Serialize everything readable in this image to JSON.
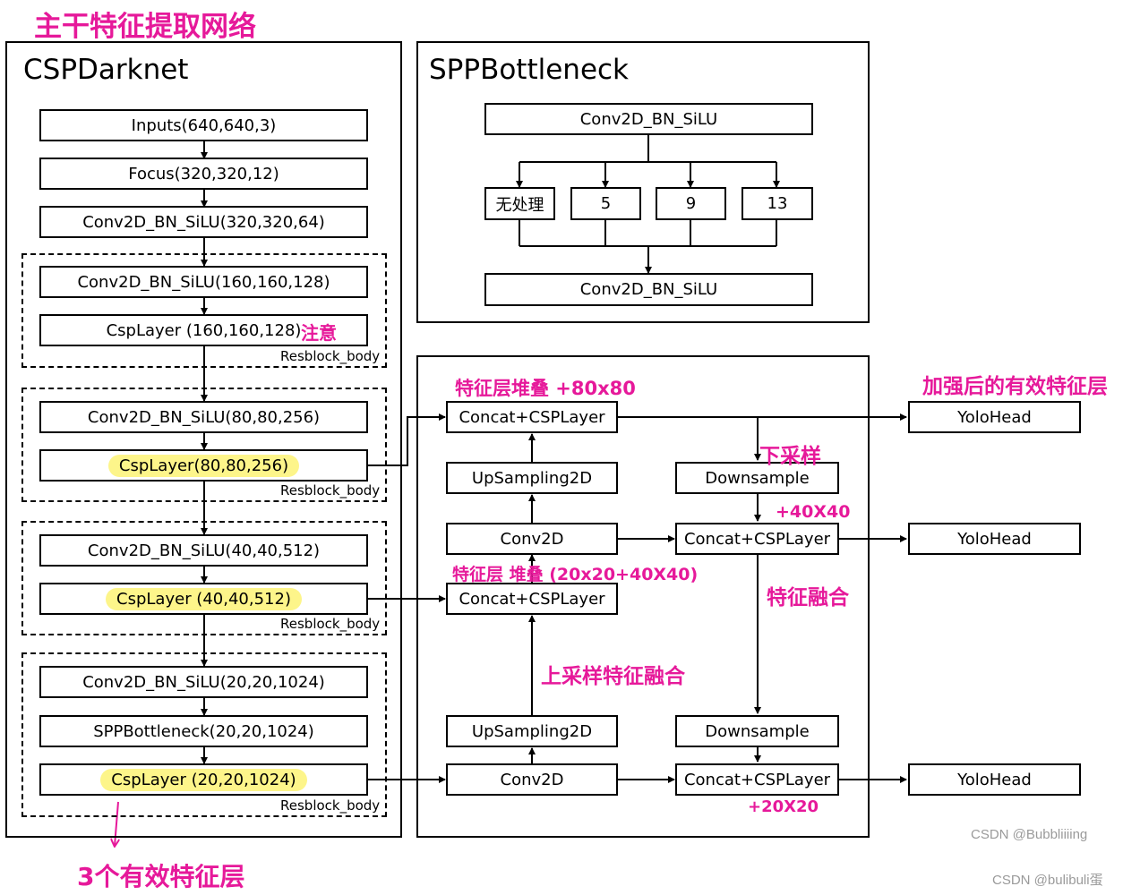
{
  "annotations": {
    "backbone": "主干特征提取网络",
    "note": "注意",
    "stack_80": "特征层堆叠 +80x80",
    "enhanced": "加强后的有效特征层",
    "downsample_note": "下采样",
    "plus_40": "+40X40",
    "stack_20_40": "特征层 堆叠 (20x20+40X40)",
    "fusion": "特征融合",
    "up_fusion": "上采样特征融合",
    "plus_20": "+20X20",
    "three_layers": "3个有效特征层"
  },
  "csp": {
    "title": "CSPDarknet",
    "inputs": "Inputs(640,640,3)",
    "focus": "Focus(320,320,12)",
    "conv1": "Conv2D_BN_SiLU(320,320,64)",
    "conv2": "Conv2D_BN_SiLU(160,160,128)",
    "csp1": "CspLayer (160,160,128)",
    "conv3": "Conv2D_BN_SiLU(80,80,256)",
    "csp2": "CspLayer(80,80,256)",
    "conv4": "Conv2D_BN_SiLU(40,40,512)",
    "csp3": "CspLayer (40,40,512)",
    "conv5": "Conv2D_BN_SiLU(20,20,1024)",
    "spp": "SPPBottleneck(20,20,1024)",
    "csp4": "CspLayer (20,20,1024)",
    "resblock": "Resblock_body"
  },
  "sppb": {
    "title": "SPPBottleneck",
    "top": "Conv2D_BN_SiLU",
    "branches": [
      "无处理",
      "5",
      "9",
      "13"
    ],
    "bottom": "Conv2D_BN_SiLU"
  },
  "fpn": {
    "concat_top": "Concat+CSPLayer",
    "upsample_top": "UpSampling2D",
    "conv_mid": "Conv2D",
    "concat_mid": "Concat+CSPLayer",
    "upsample_bot": "UpSampling2D",
    "conv_bot": "Conv2D",
    "downsample_top": "Downsample",
    "concat_right_mid": "Concat+CSPLayer",
    "downsample_bot": "Downsample",
    "concat_right_bot": "Concat+CSPLayer",
    "head1": "YoloHead",
    "head2": "YoloHead",
    "head3": "YoloHead"
  },
  "watermarks": {
    "wm1": "CSDN @Bubbliiiing",
    "wm2": "CSDN @bulibuli蛋"
  }
}
